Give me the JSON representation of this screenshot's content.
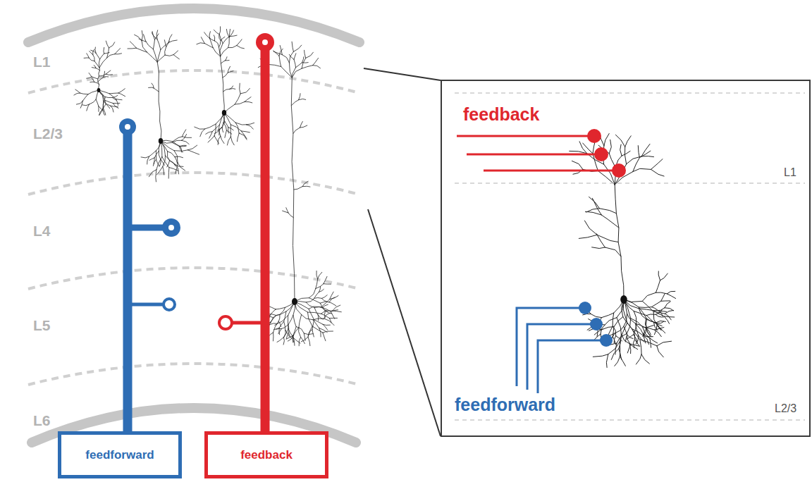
{
  "diagram": {
    "nodes": [
      {
        "text": [
          "feedforward"
        ]
      },
      {
        "text": [
          "feedback"
        ]
      },
      {
        "text": [
          "feedback",
          "L1",
          "feedforward",
          "L2/3"
        ]
      }
    ],
    "labels": [
      "L1",
      "L2/3",
      "L4",
      "L5",
      "L6"
    ]
  }
}
